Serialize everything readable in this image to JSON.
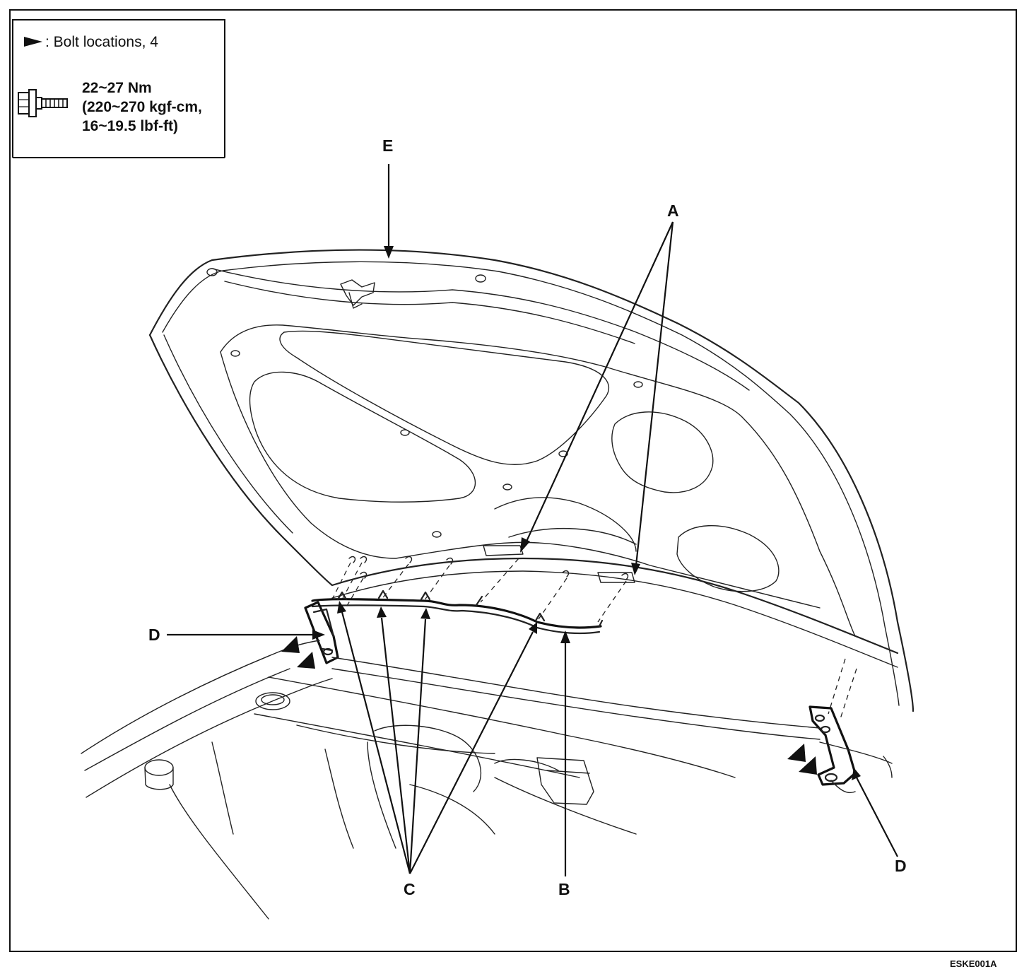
{
  "legend": {
    "bolt_label": ": Bolt locations, 4",
    "torque_line1": "22~27 Nm",
    "torque_line2": "(220~270 kgf-cm,",
    "torque_line3": "16~19.5 lbf-ft)",
    "bolt_marker_icon": "triangle-pointer-icon",
    "torque_icon": "bolt-icon"
  },
  "callouts": {
    "A": "A",
    "B": "B",
    "C": "C",
    "D_left": "D",
    "D_right": "D",
    "E": "E"
  },
  "figure_id": "ESKE001A"
}
